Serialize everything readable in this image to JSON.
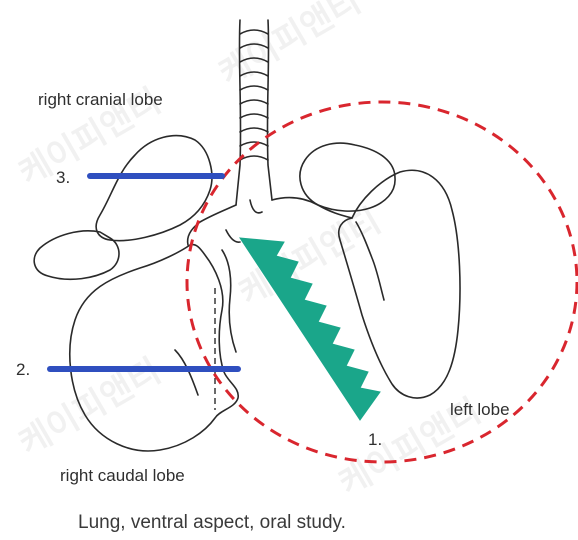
{
  "labels": {
    "right_cranial": "right cranial lobe",
    "right_caudal": "right caudal lobe",
    "left_lobe": "left lobe",
    "n1": "1.",
    "n2": "2.",
    "n3": "3."
  },
  "caption": "Lung, ventral aspect, oral study.",
  "watermark": "케이피앤티",
  "colors": {
    "outline": "#2a2a2a",
    "circle": "#d9262e",
    "line": "#2f4fbf",
    "wedge": "#1aa68a"
  }
}
